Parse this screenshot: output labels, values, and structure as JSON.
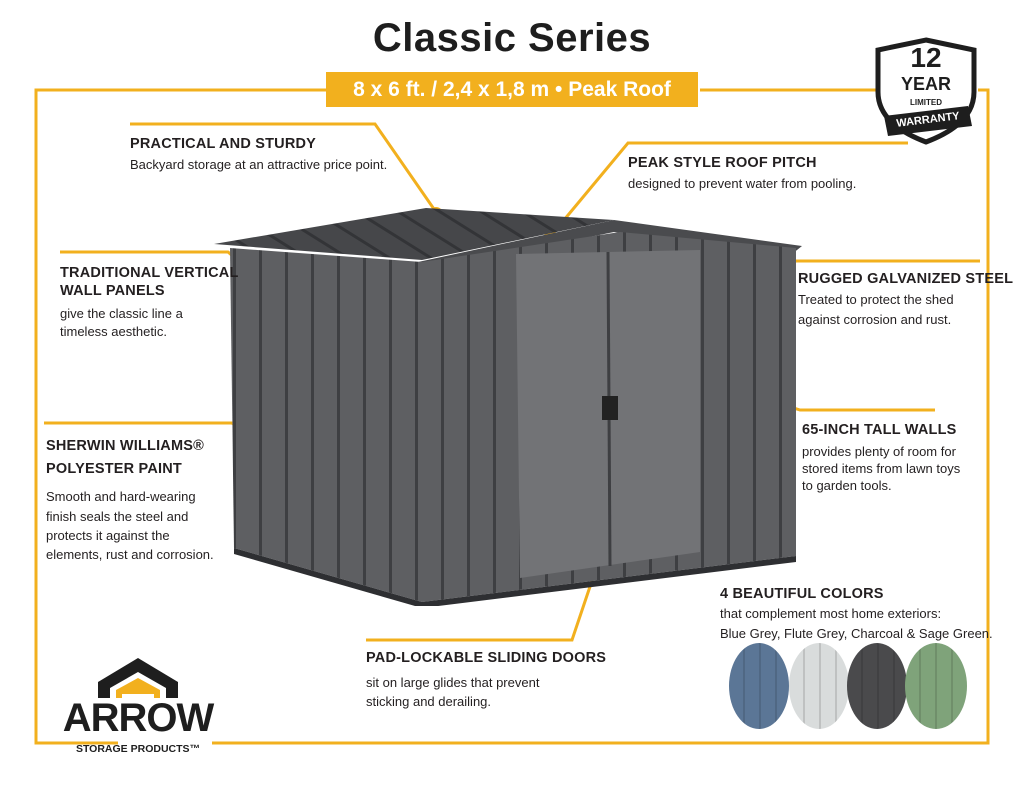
{
  "header": {
    "title": "Classic Series",
    "subtitle": "8 x 6 ft. / 2,4 x 1,8 m  •  Peak Roof"
  },
  "warranty": {
    "number": "12",
    "year": "YEAR",
    "limited": "LIMITED",
    "warranty": "WARRANTY"
  },
  "features": {
    "practical": {
      "heading": "PRACTICAL AND STURDY",
      "text": "Backyard storage at an attractive price point."
    },
    "peak": {
      "heading": "PEAK STYLE ROOF PITCH",
      "text": "designed to prevent water from pooling."
    },
    "vertical": {
      "heading_1": "TRADITIONAL VERTICAL",
      "heading_2": "WALL PANELS",
      "text_1": "give the classic line a",
      "text_2": "timeless aesthetic."
    },
    "galvanized": {
      "heading": "RUGGED GALVANIZED STEEL",
      "text_1": "Treated to protect the shed",
      "text_2": "against corrosion and rust."
    },
    "walls": {
      "heading": "65-INCH TALL WALLS",
      "text_1": "provides plenty of room for",
      "text_2": "stored items from lawn toys",
      "text_3": "to garden tools."
    },
    "paint": {
      "heading_1": "SHERWIN WILLIAMS®",
      "heading_2": "POLYESTER PAINT",
      "text_1": "Smooth and hard-wearing",
      "text_2": "finish seals the steel and",
      "text_3": "protects it against the",
      "text_4": "elements, rust and corrosion."
    },
    "doors": {
      "heading": "PAD-LOCKABLE SLIDING DOORS",
      "text_1": "sit on large glides that prevent",
      "text_2": "sticking and derailing."
    },
    "colors": {
      "heading": "4 BEAUTIFUL COLORS",
      "text_1": "that complement most home exteriors:",
      "text_2": "Blue Grey, Flute Grey, Charcoal & Sage Green."
    }
  },
  "swatches": [
    {
      "name": "Blue Grey",
      "color": "#5b7696"
    },
    {
      "name": "Flute Grey",
      "color": "#d9dcdc"
    },
    {
      "name": "Charcoal",
      "color": "#4a4a4c"
    },
    {
      "name": "Sage Green",
      "color": "#7fa37a"
    }
  ],
  "brand": {
    "name": "ARROW",
    "tagline": "STORAGE PRODUCTS™"
  },
  "colors": {
    "accent": "#f2b01e",
    "shed": "#5e5f62",
    "text": "#231f20"
  }
}
